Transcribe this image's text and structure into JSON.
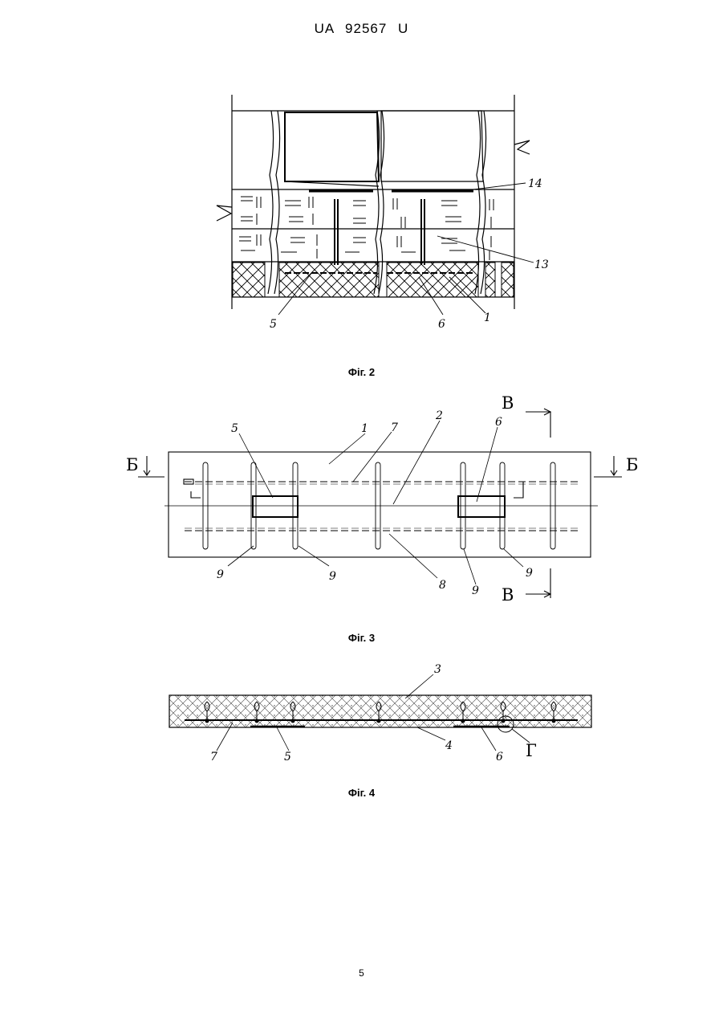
{
  "header": {
    "text": "UA  92567  U"
  },
  "figures": [
    {
      "caption": "Фіг. 2",
      "labels": [
        "14",
        "13",
        "5",
        "6",
        "1"
      ]
    },
    {
      "caption": "Фіг. 3",
      "labels": [
        "5",
        "1",
        "7",
        "2",
        "6",
        "9",
        "9",
        "8",
        "9",
        "9"
      ],
      "section_marks": [
        "Б",
        "Б",
        "В",
        "В"
      ]
    },
    {
      "caption": "Фіг. 4",
      "labels": [
        "3",
        "7",
        "5",
        "4",
        "6"
      ],
      "detail_mark": "Г"
    }
  ],
  "page_number": "5"
}
